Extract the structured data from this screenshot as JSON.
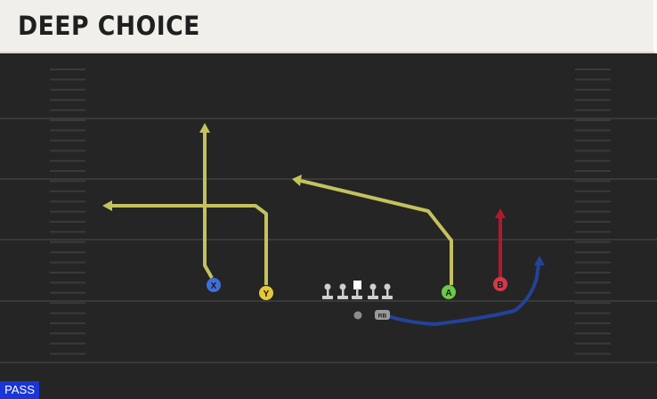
{
  "play": {
    "title": "DEEP CHOICE",
    "type": "PASS"
  },
  "players": {
    "x": {
      "label": "X",
      "color": "#3f6fd8"
    },
    "y": {
      "label": "Y",
      "color": "#e4c83a"
    },
    "a": {
      "label": "A",
      "color": "#6cc94a"
    },
    "b": {
      "label": "B",
      "color": "#d23a4a"
    },
    "rb": {
      "label": "RB",
      "color": "#9a9a9a"
    }
  },
  "colors": {
    "route_yellow": "#c4c25c",
    "route_red": "#b4182e",
    "route_blue": "#23429a",
    "field": "#252525",
    "yard_line": "#393939",
    "hash": "#3a3a3a",
    "lineman": "#cfcfcf"
  }
}
